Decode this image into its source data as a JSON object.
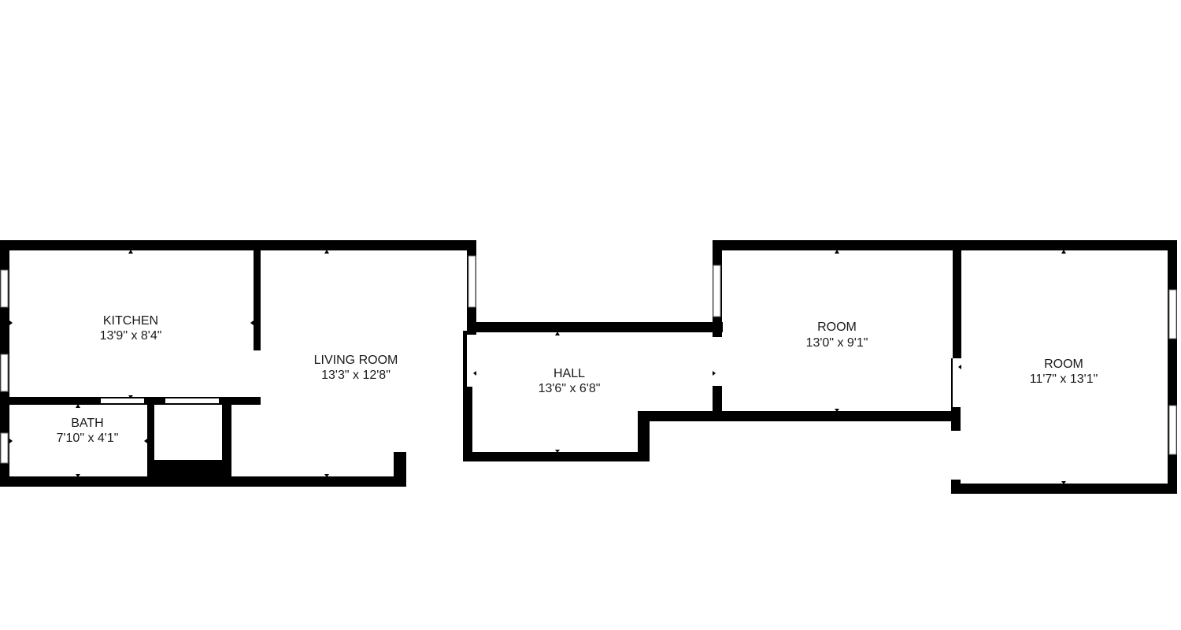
{
  "plan": {
    "rooms": [
      {
        "id": "kitchen",
        "name": "KITCHEN",
        "dimensions": "13'9\" x 8'4\""
      },
      {
        "id": "living-room",
        "name": "LIVING ROOM",
        "dimensions": "13'3\" x 12'8\""
      },
      {
        "id": "bath",
        "name": "BATH",
        "dimensions": "7'10\" x 4'1\""
      },
      {
        "id": "hall",
        "name": "HALL",
        "dimensions": "13'6\" x 6'8\""
      },
      {
        "id": "room-1",
        "name": "ROOM",
        "dimensions": "13'0\" x 9'1\""
      },
      {
        "id": "room-2",
        "name": "ROOM",
        "dimensions": "11'7\" x 13'1\""
      }
    ]
  },
  "colors": {
    "wall": "#000000",
    "floor": "#ffffff",
    "window_frame": "#6f6f6f"
  }
}
